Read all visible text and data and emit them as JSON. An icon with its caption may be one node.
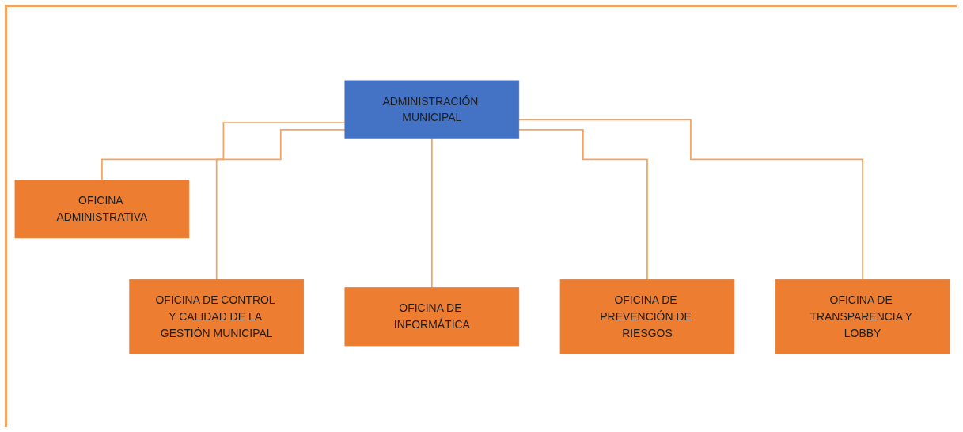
{
  "diagram": {
    "nodes": [
      {
        "text": [
          "ADMINISTRACIÓN MUNICIPAL"
        ]
      },
      {
        "text": [
          "OFICINA ADMINISTRATIVA"
        ]
      },
      {
        "text": [
          "OFICINA DE CONTROL Y CALIDAD DE LA GESTIÓN MUNICIPAL"
        ]
      },
      {
        "text": [
          "OFICINA DE INFORMÁTICA"
        ]
      },
      {
        "text": [
          "OFICINA DE PREVENCIÓN DE RIESGOS"
        ]
      },
      {
        "text": [
          "OFICINA DE TRANSPARENCIA Y LOBBY"
        ]
      }
    ],
    "edges": [
      {
        "from": 0,
        "to": 1,
        "arrow": "none"
      },
      {
        "from": 0,
        "to": 2,
        "arrow": "none"
      },
      {
        "from": 0,
        "to": 3,
        "arrow": "none"
      },
      {
        "from": 0,
        "to": 4,
        "arrow": "none"
      },
      {
        "from": 0,
        "to": 5,
        "arrow": "none"
      }
    ]
  }
}
